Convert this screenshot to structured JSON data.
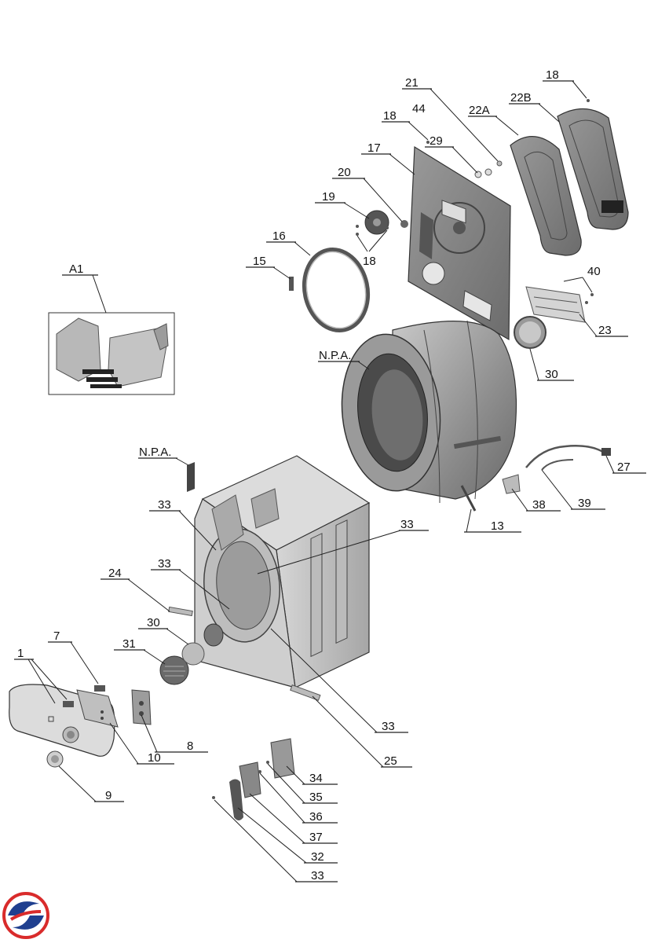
{
  "labels": {
    "a1": "A1",
    "p1": "1",
    "p7": "7",
    "p8": "8",
    "p9": "9",
    "p10": "10",
    "p13": "13",
    "p15": "15",
    "p16": "16",
    "p17": "17",
    "p18a": "18",
    "p18b": "18",
    "p18c": "18",
    "p19": "19",
    "p20": "20",
    "p21": "21",
    "p22a": "22A",
    "p22b": "22B",
    "p23": "23",
    "p24": "24",
    "p25": "25",
    "p27": "27",
    "p29": "29",
    "p30a": "30",
    "p30b": "30",
    "p31": "31",
    "p32": "32",
    "p33a": "33",
    "p33b": "33",
    "p33c": "33",
    "p33d": "33",
    "p33e": "33",
    "p34": "34",
    "p35": "35",
    "p36": "36",
    "p37": "37",
    "p38": "38",
    "p39": "39",
    "p40": "40",
    "p44": "44",
    "npa1": "N.P.A.",
    "npa2": "N.P.A."
  },
  "colors": {
    "part_fill": "#a9a9a9",
    "part_dark": "#6e6e6e",
    "logo_red": "#d92b2b",
    "logo_blue": "#1f3f8f"
  }
}
